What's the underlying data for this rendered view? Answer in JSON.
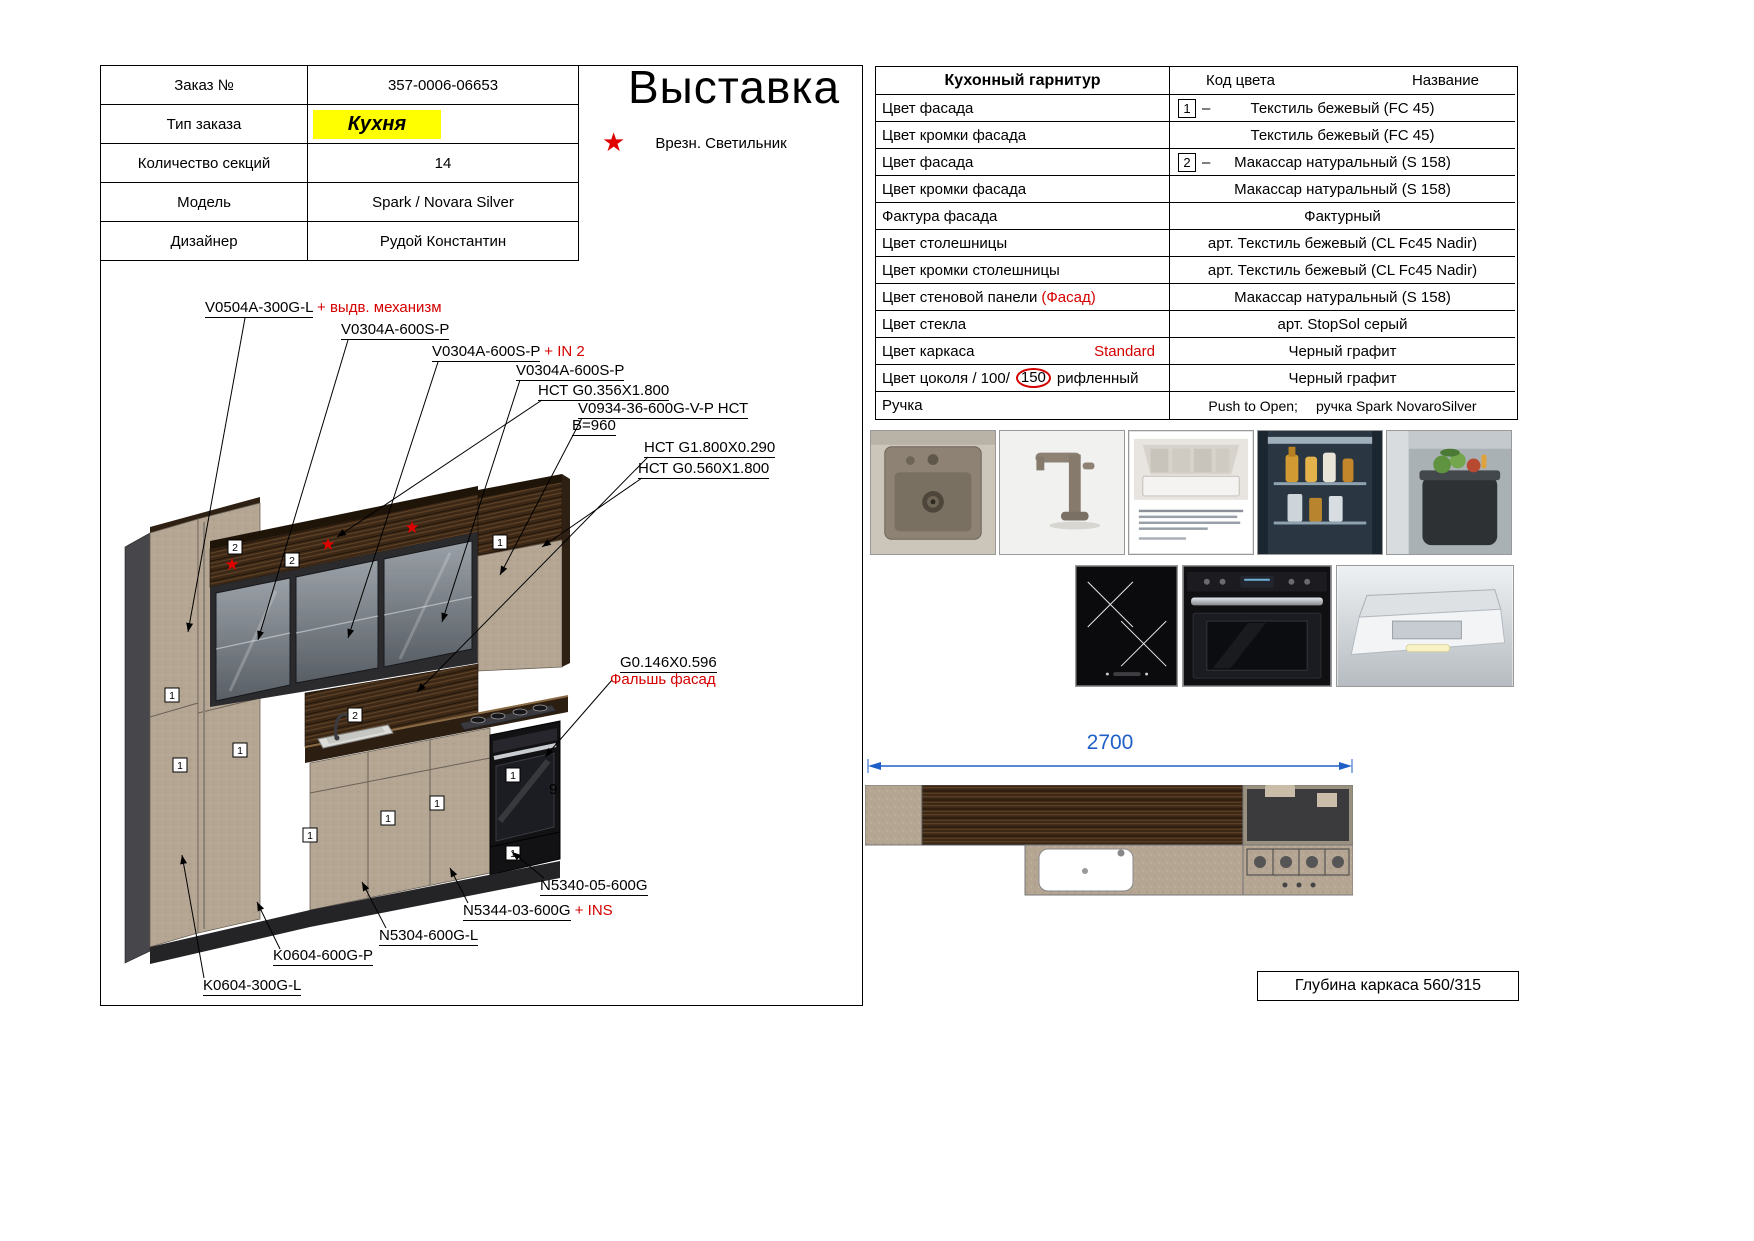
{
  "title": "Выставка",
  "legend": {
    "label": "Врезн. Светильник"
  },
  "icons": {
    "star": "★"
  },
  "markers": {
    "one": "1",
    "two": "2"
  },
  "order": {
    "rows": [
      {
        "label": "Заказ №",
        "value": "357-0006-06653"
      },
      {
        "label": "Тип заказа",
        "value": "Кухня"
      },
      {
        "label": "Количество секций",
        "value": "14"
      },
      {
        "label": "Модель",
        "value": "Spark / Novara Silver"
      },
      {
        "label": "Дизайнер",
        "value": "Рудой Константин"
      }
    ]
  },
  "spec": {
    "title": "Кухонный гарнитур",
    "col_code": "Код цвета",
    "col_name": "Название",
    "dash": "–",
    "rows": [
      {
        "label": "Цвет фасада",
        "code": "1",
        "value": "Текстиль бежевый (FC 45)"
      },
      {
        "label": "Цвет кромки фасада",
        "value": "Текстиль бежевый (FC 45)"
      },
      {
        "label": "Цвет фасада",
        "code": "2",
        "value": "Макассар натуральный (S 158)"
      },
      {
        "label": "Цвет кромки фасада",
        "value": "Макассар натуральный (S 158)"
      },
      {
        "label": "Фактура фасада",
        "value": "Фактурный"
      },
      {
        "label": "Цвет столешницы",
        "value": "арт. Текстиль бежевый (CL Fc45 Nadir)"
      },
      {
        "label": "Цвет кромки столешницы",
        "value": "арт. Текстиль бежевый (CL Fc45 Nadir)"
      },
      {
        "label": "Цвет стеновой панели",
        "label_red": "(Фасад)",
        "value": "Макассар натуральный (S 158)"
      },
      {
        "label": "Цвет стекла",
        "value": "арт. StopSol серый"
      },
      {
        "label": "Цвет каркаса",
        "label_red": "Standard",
        "value": "Черный графит"
      },
      {
        "label": "Цвет цоколя / 100/",
        "circled": "150",
        "label_post": "рифленный",
        "value": "Черный графит"
      },
      {
        "label": "Ручка",
        "value": "Push to Open;",
        "value2": "ручка Spark NovaroSilver"
      }
    ]
  },
  "callouts": [
    {
      "text": "V0504A-300G-L",
      "suffix": " + выдв. механизм"
    },
    {
      "text": "V0304A-600S-P"
    },
    {
      "text": "V0304A-600S-P",
      "suffix": " + IN 2"
    },
    {
      "text": "V0304A-600S-P"
    },
    {
      "text": "НСТ G0.356X1.800"
    },
    {
      "text": "V0934-36-600G-V-P НСТ"
    },
    {
      "text": "B=960"
    },
    {
      "text": "НСТ G1.800X0.290"
    },
    {
      "text": "НСТ G0.560X1.800"
    },
    {
      "text": "G0.146X0.596",
      "line2": "Фальшь фасад"
    },
    {
      "text": "N5340-05-600G"
    },
    {
      "text": "N5344-03-600G",
      "suffix": " + INS"
    },
    {
      "text": "N5304-600G-L"
    },
    {
      "text": "K0604-600G-P"
    },
    {
      "text": "K0604-300G-L"
    },
    {
      "text": "9"
    }
  ],
  "dimension": {
    "value": "2700"
  },
  "footer": {
    "depth": "Глубина каркаса 560/315"
  },
  "colors": {
    "accent_red": "#d40000",
    "dim_blue": "#1f5fc8",
    "highlight_yellow": "#ffff00",
    "wood_dark": "#3b2817",
    "beige": "#b5a694",
    "graphite": "#3a3a3c"
  }
}
